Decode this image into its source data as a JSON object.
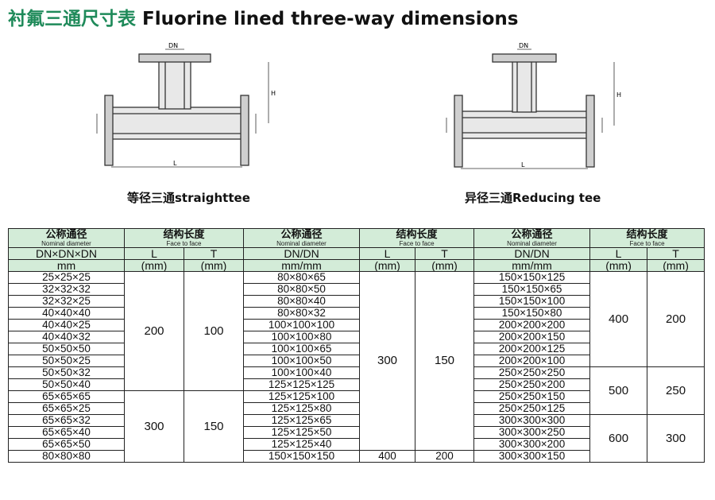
{
  "title": {
    "cn": "衬氟三通尺寸表",
    "en": "Fluorine lined three-way dimensions"
  },
  "drawings": {
    "straight_caption": "等径三通straighttee",
    "reducing_caption": "异径三通Reducing tee",
    "labels": {
      "dn": "DN",
      "h": "H",
      "l": "L"
    }
  },
  "table": {
    "nominal_cn": "公称通径",
    "nominal_en": "Nominal diameter",
    "face_cn": "结构长度",
    "face_en": "Face to face",
    "l": "L",
    "t": "T",
    "dn3": "DN×DN×DN",
    "dn2": "DN/DN",
    "mm": "mm",
    "mm2": "mm/mm",
    "mmp": "(mm)",
    "g1": {
      "dims": [
        "25×25×25",
        "32×32×32",
        "32×32×25",
        "40×40×40",
        "40×40×25",
        "40×40×32",
        "50×50×50",
        "50×50×25",
        "50×50×32",
        "50×50×40",
        "65×65×65",
        "65×65×25",
        "65×65×32",
        "65×65×40",
        "65×65×50",
        "80×80×80"
      ],
      "spans": [
        {
          "L": "200",
          "T": "100"
        },
        {
          "L": "300",
          "T": "150"
        }
      ]
    },
    "g2": {
      "dims": [
        "80×80×65",
        "80×80×50",
        "80×80×40",
        "80×80×32",
        "100×100×100",
        "100×100×80",
        "100×100×65",
        "100×100×50",
        "100×100×40",
        "125×125×125",
        "125×125×100",
        "125×125×80",
        "125×125×65",
        "125×125×50",
        "125×125×40",
        "150×150×150"
      ],
      "spans": [
        {
          "L": "300",
          "T": "150"
        },
        {
          "L": "400",
          "T": "200"
        }
      ]
    },
    "g3": {
      "dims": [
        "150×150×125",
        "150×150×65",
        "150×150×100",
        "150×150×80",
        "200×200×200",
        "200×200×150",
        "200×200×125",
        "200×200×100",
        "250×250×250",
        "250×250×200",
        "250×250×150",
        "250×250×125",
        "300×300×300",
        "300×300×250",
        "300×300×200",
        "300×300×150"
      ],
      "spans": [
        {
          "L": "400",
          "T": "200"
        },
        {
          "L": "500",
          "T": "250"
        },
        {
          "L": "600",
          "T": "300"
        }
      ]
    }
  }
}
